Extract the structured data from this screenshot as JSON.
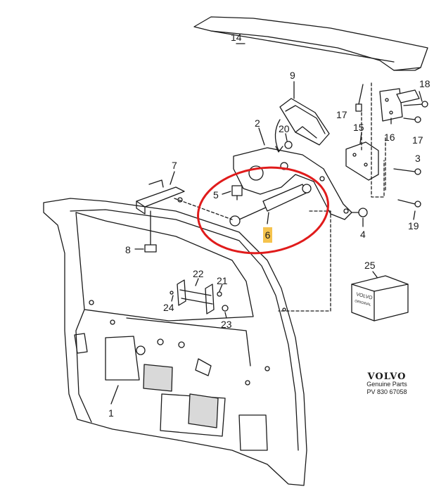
{
  "diagram": {
    "highlight_color": "#e01b1b",
    "highlight_label_bg": "#f5c34d",
    "ink_color": "#1a1a1a",
    "callouts": {
      "c1": "1",
      "c2": "2",
      "c3": "3",
      "c4": "4",
      "c5": "5",
      "c6": "6",
      "c7": "7",
      "c8": "8",
      "c9": "9",
      "c14": "14",
      "c15": "15",
      "c16": "16",
      "c17a": "17",
      "c17b": "17",
      "c18": "18",
      "c19": "19",
      "c20": "20",
      "c21": "21",
      "c22": "22",
      "c23": "23",
      "c24": "24",
      "c25": "25"
    },
    "box25_text": {
      "line1": "VOLVO",
      "line2": "ORIGINAL"
    }
  },
  "brand": {
    "wordmark": "VOLVO",
    "line1": "Genuine Parts",
    "line2": "PV 830 67058"
  }
}
